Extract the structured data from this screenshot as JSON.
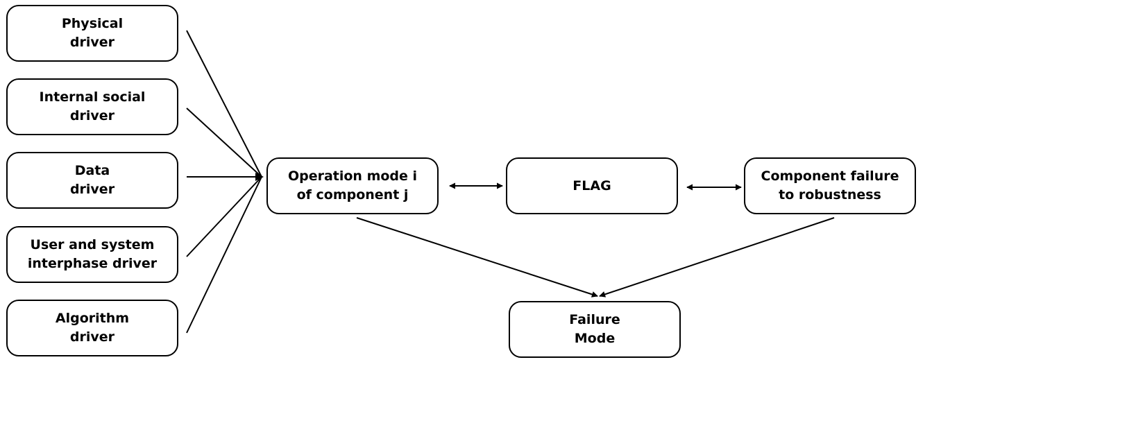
{
  "diagram": {
    "nodes": {
      "physical": "Physical\ndriver",
      "internal_social": "Internal social\ndriver",
      "data": "Data\ndriver",
      "user_system": "User and system\ninterphase driver",
      "algorithm": "Algorithm\ndriver",
      "operation_mode": "Operation mode i\nof component j",
      "flag": "FLAG",
      "component_failure": "Component failure\nto robustness",
      "failure_mode": "Failure\nMode"
    },
    "edges": [
      {
        "from": "physical",
        "to": "operation_mode",
        "type": "converge"
      },
      {
        "from": "internal_social",
        "to": "operation_mode",
        "type": "converge"
      },
      {
        "from": "data",
        "to": "operation_mode",
        "type": "converge"
      },
      {
        "from": "user_system",
        "to": "operation_mode",
        "type": "converge"
      },
      {
        "from": "algorithm",
        "to": "operation_mode",
        "type": "converge"
      },
      {
        "from": "operation_mode",
        "to": "flag",
        "type": "bidirectional"
      },
      {
        "from": "flag",
        "to": "component_failure",
        "type": "bidirectional"
      },
      {
        "from": "operation_mode",
        "to": "failure_mode",
        "type": "directed"
      },
      {
        "from": "component_failure",
        "to": "failure_mode",
        "type": "directed"
      }
    ],
    "colors": {
      "stroke": "#000000",
      "fill": "#ffffff"
    }
  }
}
